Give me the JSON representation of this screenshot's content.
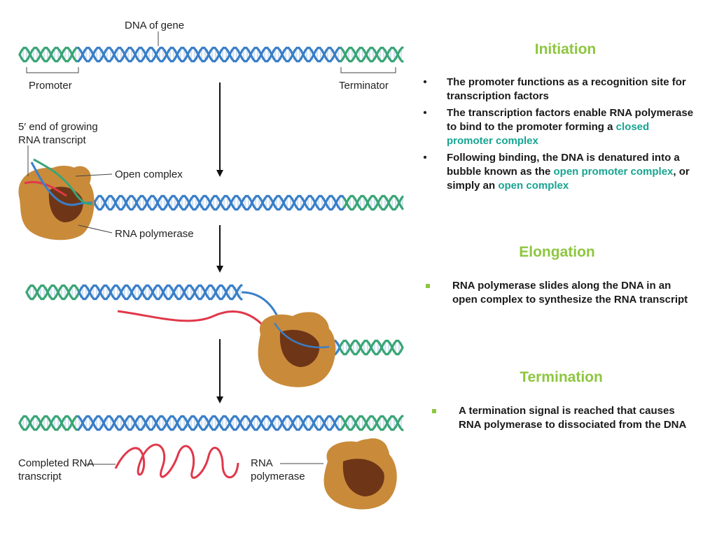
{
  "colors": {
    "heading": "#8dc63f",
    "highlight": "#17a592",
    "dna_blue": "#3a7fc8",
    "dna_green": "#3aa576",
    "rna_red": "#e0384a",
    "polymerase_light": "#c98b3a",
    "polymerase_dark": "#6e3617"
  },
  "figure": {
    "labels": {
      "dna_of_gene": "DNA of gene",
      "promoter": "Promoter",
      "terminator": "Terminator",
      "five_prime_line1": "5′ end of growing",
      "five_prime_line2": "RNA transcript",
      "open_complex": "Open complex",
      "rna_polymerase": "RNA polymerase",
      "completed_rna_line1": "Completed RNA",
      "completed_rna_line2": "transcript",
      "rna_line1": "RNA",
      "polymerase_line2": "polymerase"
    }
  },
  "initiation": {
    "heading": "Initiation",
    "bullet_marker": "•",
    "bullets": [
      "The promoter functions as a recognition site for transcription factors",
      "The transcription factors enable RNA polymerase to bind to the promoter forming a ",
      "closed promoter complex",
      "Following binding, the DNA is denatured into a bubble known as the ",
      "open promoter complex",
      ", or simply an ",
      "open complex"
    ]
  },
  "elongation": {
    "heading": "Elongation",
    "bullets": [
      "RNA polymerase slides along the DNA in an open complex to synthesize the RNA transcript"
    ]
  },
  "termination": {
    "heading": "Termination",
    "bullets": [
      "A termination signal is reached that causes RNA polymerase to dissociated from the DNA"
    ]
  }
}
